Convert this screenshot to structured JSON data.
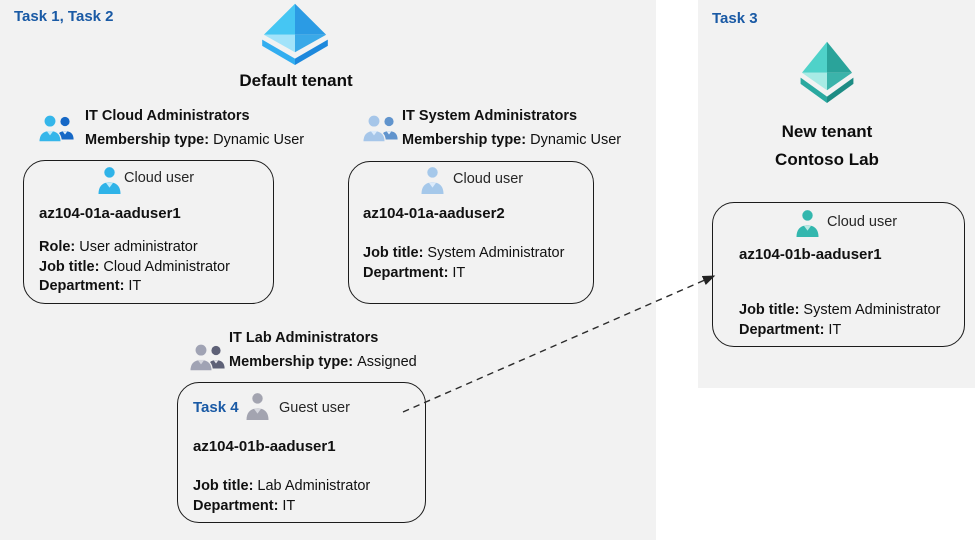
{
  "colors": {
    "task-label-blue": "#1a5aa5",
    "panel-gray": "#f2f2f2",
    "arrow": "#2b2b2b",
    "aad-blue-1": "#45c6f3",
    "aad-blue-2": "#2b9be4",
    "aad-blue-3": "#a2e3fa",
    "aad-blue-4": "#3aa9e8",
    "aad-blue-base-l": "#33aef0",
    "aad-blue-base-r": "#1d88dc",
    "aad-teal-1": "#4fd2c9",
    "aad-teal-2": "#2aa39a",
    "aad-teal-3": "#a8ebe5",
    "aad-teal-4": "#3bb3aa",
    "aad-teal-base-l": "#2aa9a0",
    "aad-teal-base-r": "#1d8c84",
    "user-cyan": "#2fb3e8",
    "user-cyan-collar": "#c2ebfa",
    "user-pale": "#a5c8ea",
    "user-pale-collar": "#dcebfb",
    "user-gray": "#a3a4b0",
    "user-gray-collar": "#d6d7de",
    "user-teal": "#33b7ae",
    "user-teal-collar": "#bce9e4",
    "group-blue-front": "#35b6ea",
    "group-blue-back": "#1668c6",
    "group-pale-front": "#a6c6e9",
    "group-pale-back": "#6194cd",
    "group-gray-front": "#a0a3b4",
    "group-gray-back": "#5e6177"
  },
  "left_panel": {
    "task_label": "Task 1, Task 2",
    "tenant_name": "Default tenant",
    "groups": [
      {
        "title": "IT Cloud Administrators",
        "membership_label": "Membership type:",
        "membership_value": "Dynamic User"
      },
      {
        "title": "IT System Administrators",
        "membership_label": "Membership type:",
        "membership_value": "Dynamic User"
      },
      {
        "title": "IT Lab Administrators",
        "membership_label": "Membership type:",
        "membership_value": "Assigned"
      }
    ],
    "cards": [
      {
        "user_type": "Cloud user",
        "username": "az104-01a-aaduser1",
        "details": [
          {
            "label": "Role:",
            "value": "User administrator"
          },
          {
            "label": "Job title:",
            "value": "Cloud Administrator"
          },
          {
            "label": "Department:",
            "value": "IT"
          }
        ]
      },
      {
        "user_type": "Cloud user",
        "username": "az104-01a-aaduser2",
        "details": [
          {
            "label": "Job title:",
            "value": "System Administrator"
          },
          {
            "label": "Department:",
            "value": "IT"
          }
        ]
      },
      {
        "task_label": "Task 4",
        "user_type": "Guest user",
        "username": "az104-01b-aaduser1",
        "details": [
          {
            "label": "Job title:",
            "value": "Lab Administrator"
          },
          {
            "label": "Department:",
            "value": "IT"
          }
        ]
      }
    ]
  },
  "right_panel": {
    "task_label": "Task 3",
    "tenant_name_line1": "New tenant",
    "tenant_name_line2": "Contoso Lab",
    "card": {
      "user_type": "Cloud user",
      "username": "az104-01b-aaduser1",
      "details": [
        {
          "label": "Job title:",
          "value": "System Administrator"
        },
        {
          "label": "Department:",
          "value": "IT"
        }
      ]
    }
  }
}
